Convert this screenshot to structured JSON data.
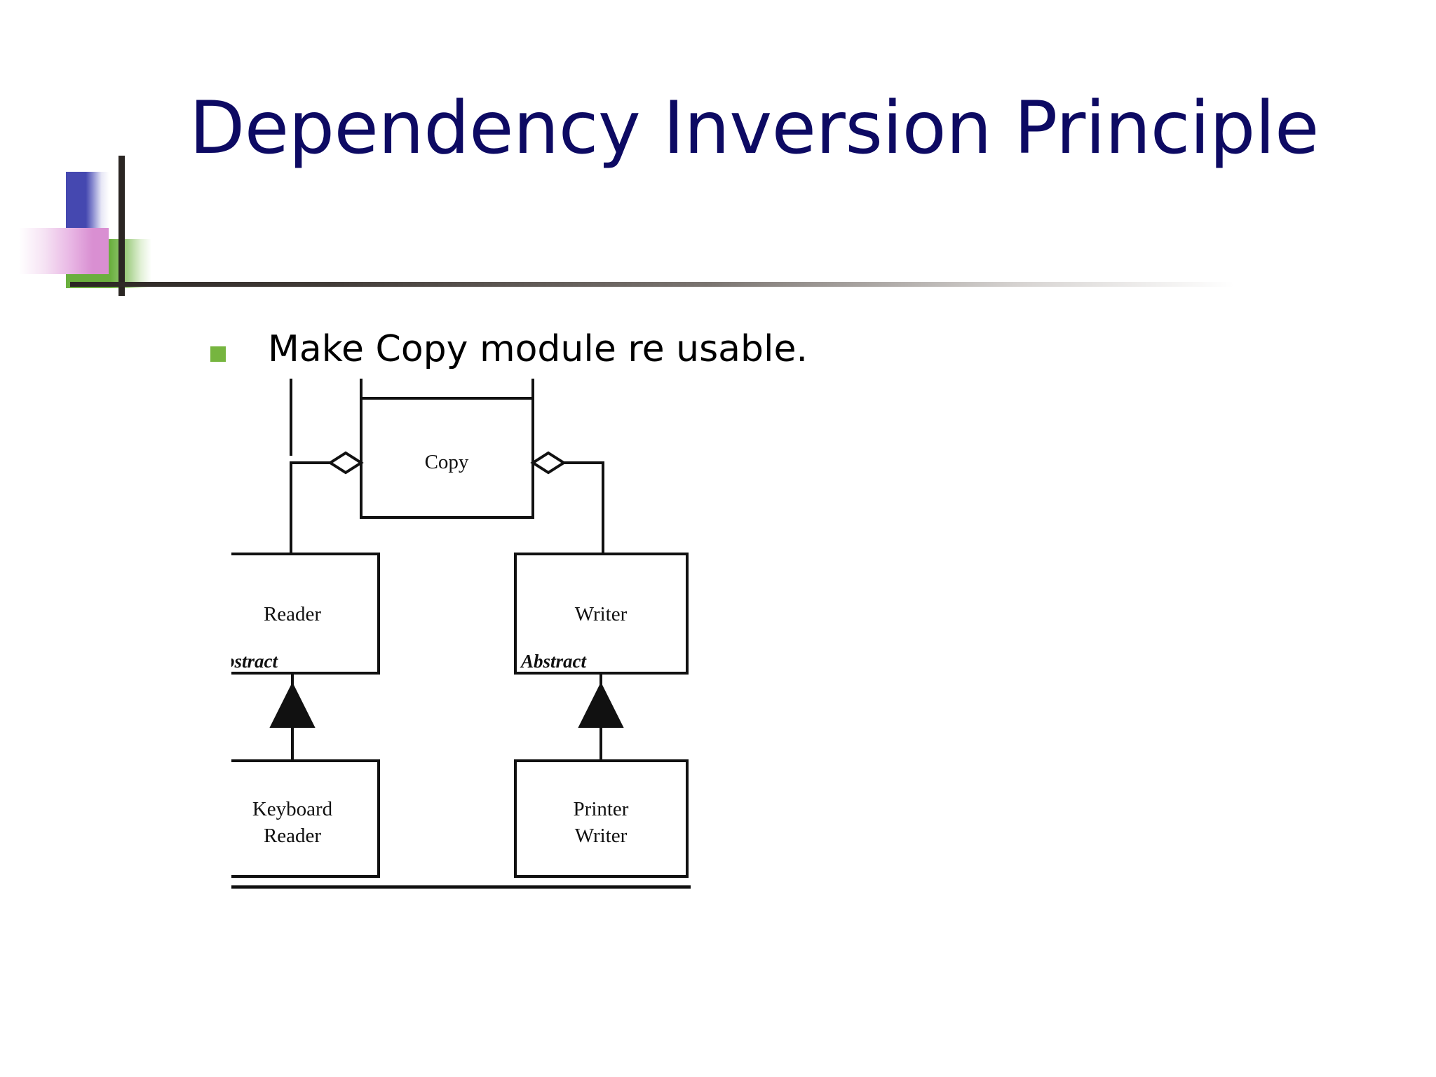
{
  "slide": {
    "title": "Dependency Inversion Principle",
    "background_color": "#ffffff",
    "title_color": "#0d0a63"
  },
  "decor": {
    "blue_block": "blue-gradient-square",
    "green_block": "green-gradient-rectangle",
    "pink_block": "pink-gradient-rectangle",
    "vertical_bar": "dark-vertical-bar",
    "horizontal_rule": "dark-to-white-gradient-rule",
    "colors": {
      "blue": "#4548b0",
      "green": "#6aaf3e",
      "pink": "#d98fd2",
      "bar": "#2b2623"
    }
  },
  "body": {
    "bullets": [
      {
        "marker": "green-square-bullet",
        "marker_color": "#76b53f",
        "text": "Make Copy module re usable."
      }
    ]
  },
  "diagram": {
    "type": "uml-class-diagram",
    "boxes": [
      {
        "id": "copy",
        "title": "Copy",
        "subtitle": "",
        "line2": ""
      },
      {
        "id": "reader",
        "title": "Reader",
        "subtitle": "Abstract",
        "line2": ""
      },
      {
        "id": "writer",
        "title": "Writer",
        "subtitle": "Abstract",
        "line2": ""
      },
      {
        "id": "keyboard-reader",
        "title": "Keyboard",
        "subtitle": "",
        "line2": "Reader"
      },
      {
        "id": "printer-writer",
        "title": "Printer",
        "subtitle": "",
        "line2": "Writer"
      }
    ],
    "relations": [
      {
        "from": "copy",
        "to": "reader",
        "kind": "aggregation",
        "symbol": "hollow-diamond"
      },
      {
        "from": "copy",
        "to": "writer",
        "kind": "aggregation",
        "symbol": "hollow-diamond"
      },
      {
        "from": "keyboard-reader",
        "to": "reader",
        "kind": "inheritance",
        "symbol": "solid-triangle"
      },
      {
        "from": "printer-writer",
        "to": "writer",
        "kind": "inheritance",
        "symbol": "solid-triangle"
      }
    ],
    "baseline_rule": "bottom-horizontal-rule"
  }
}
